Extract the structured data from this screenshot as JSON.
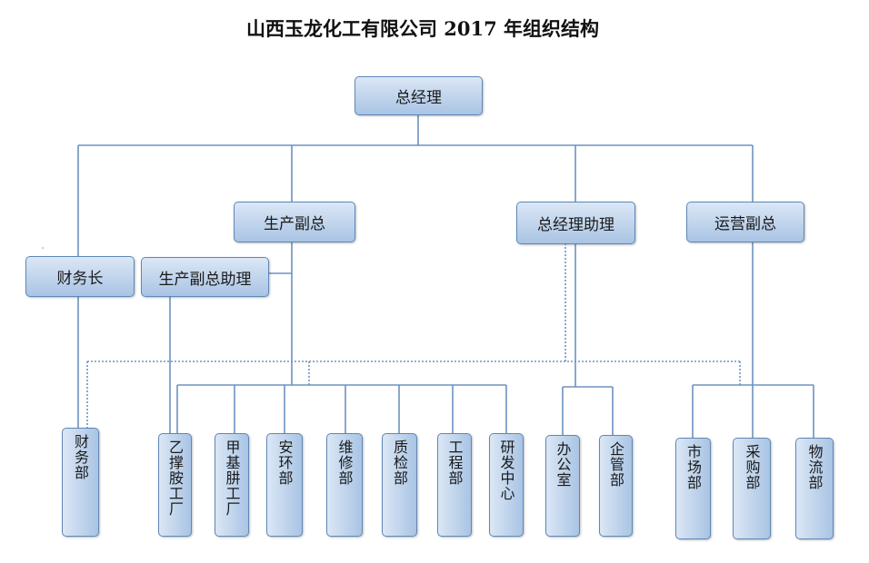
{
  "title": "山西玉龙化工有限公司 2017 年组织结构",
  "nodes": {
    "gm": "总经理",
    "prod_vp": "生产副总",
    "gm_assistant": "总经理助理",
    "ops_vp": "运营副总",
    "cfo": "财务长",
    "prod_vp_assistant": "生产副总助理",
    "finance_dept": "财务部",
    "acetylene_plant": "乙撑胺工厂",
    "methyl_plant": "甲基肼工厂",
    "safety_dept": "安环部",
    "maintenance_dept": "维修部",
    "qc_dept": "质检部",
    "engineering_dept": "工程部",
    "rd_center": "研发中心",
    "office": "办公室",
    "mgmt_dept": "企管部",
    "market_dept": "市场部",
    "purchasing_dept": "采购部",
    "logistics_dept": "物流部"
  }
}
